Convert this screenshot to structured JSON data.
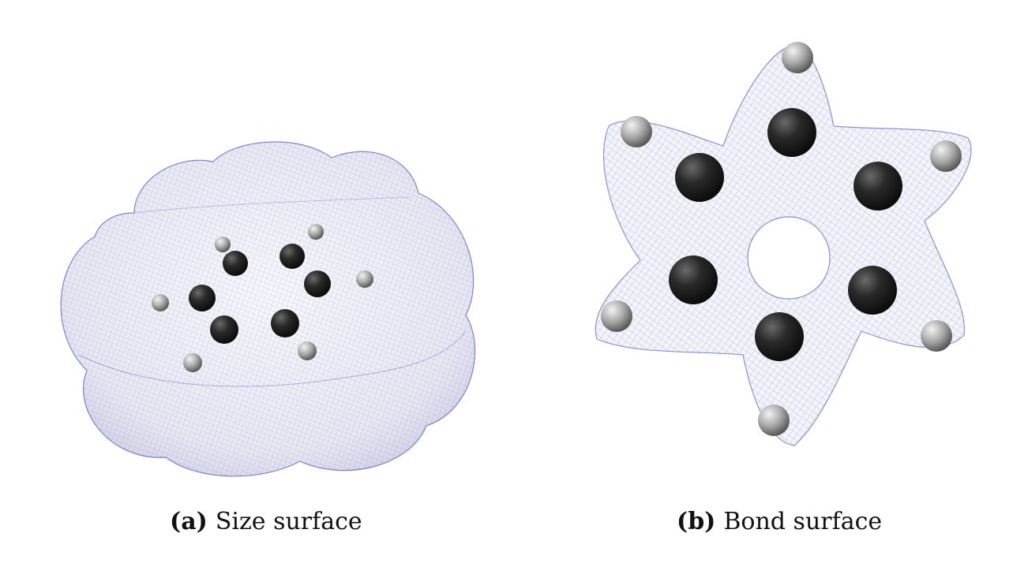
{
  "figure": {
    "panels": [
      {
        "tag": "(a)",
        "caption": "Size surface",
        "surface_color": "#3b3bb0",
        "atom_colors": {
          "carbon": "#2a2a2a",
          "hydrogen": "#a8a8a8"
        }
      },
      {
        "tag": "(b)",
        "caption": "Bond surface",
        "surface_color": "#3b3bb0",
        "atom_colors": {
          "carbon": "#2a2a2a",
          "hydrogen": "#a8a8a8"
        }
      }
    ]
  }
}
